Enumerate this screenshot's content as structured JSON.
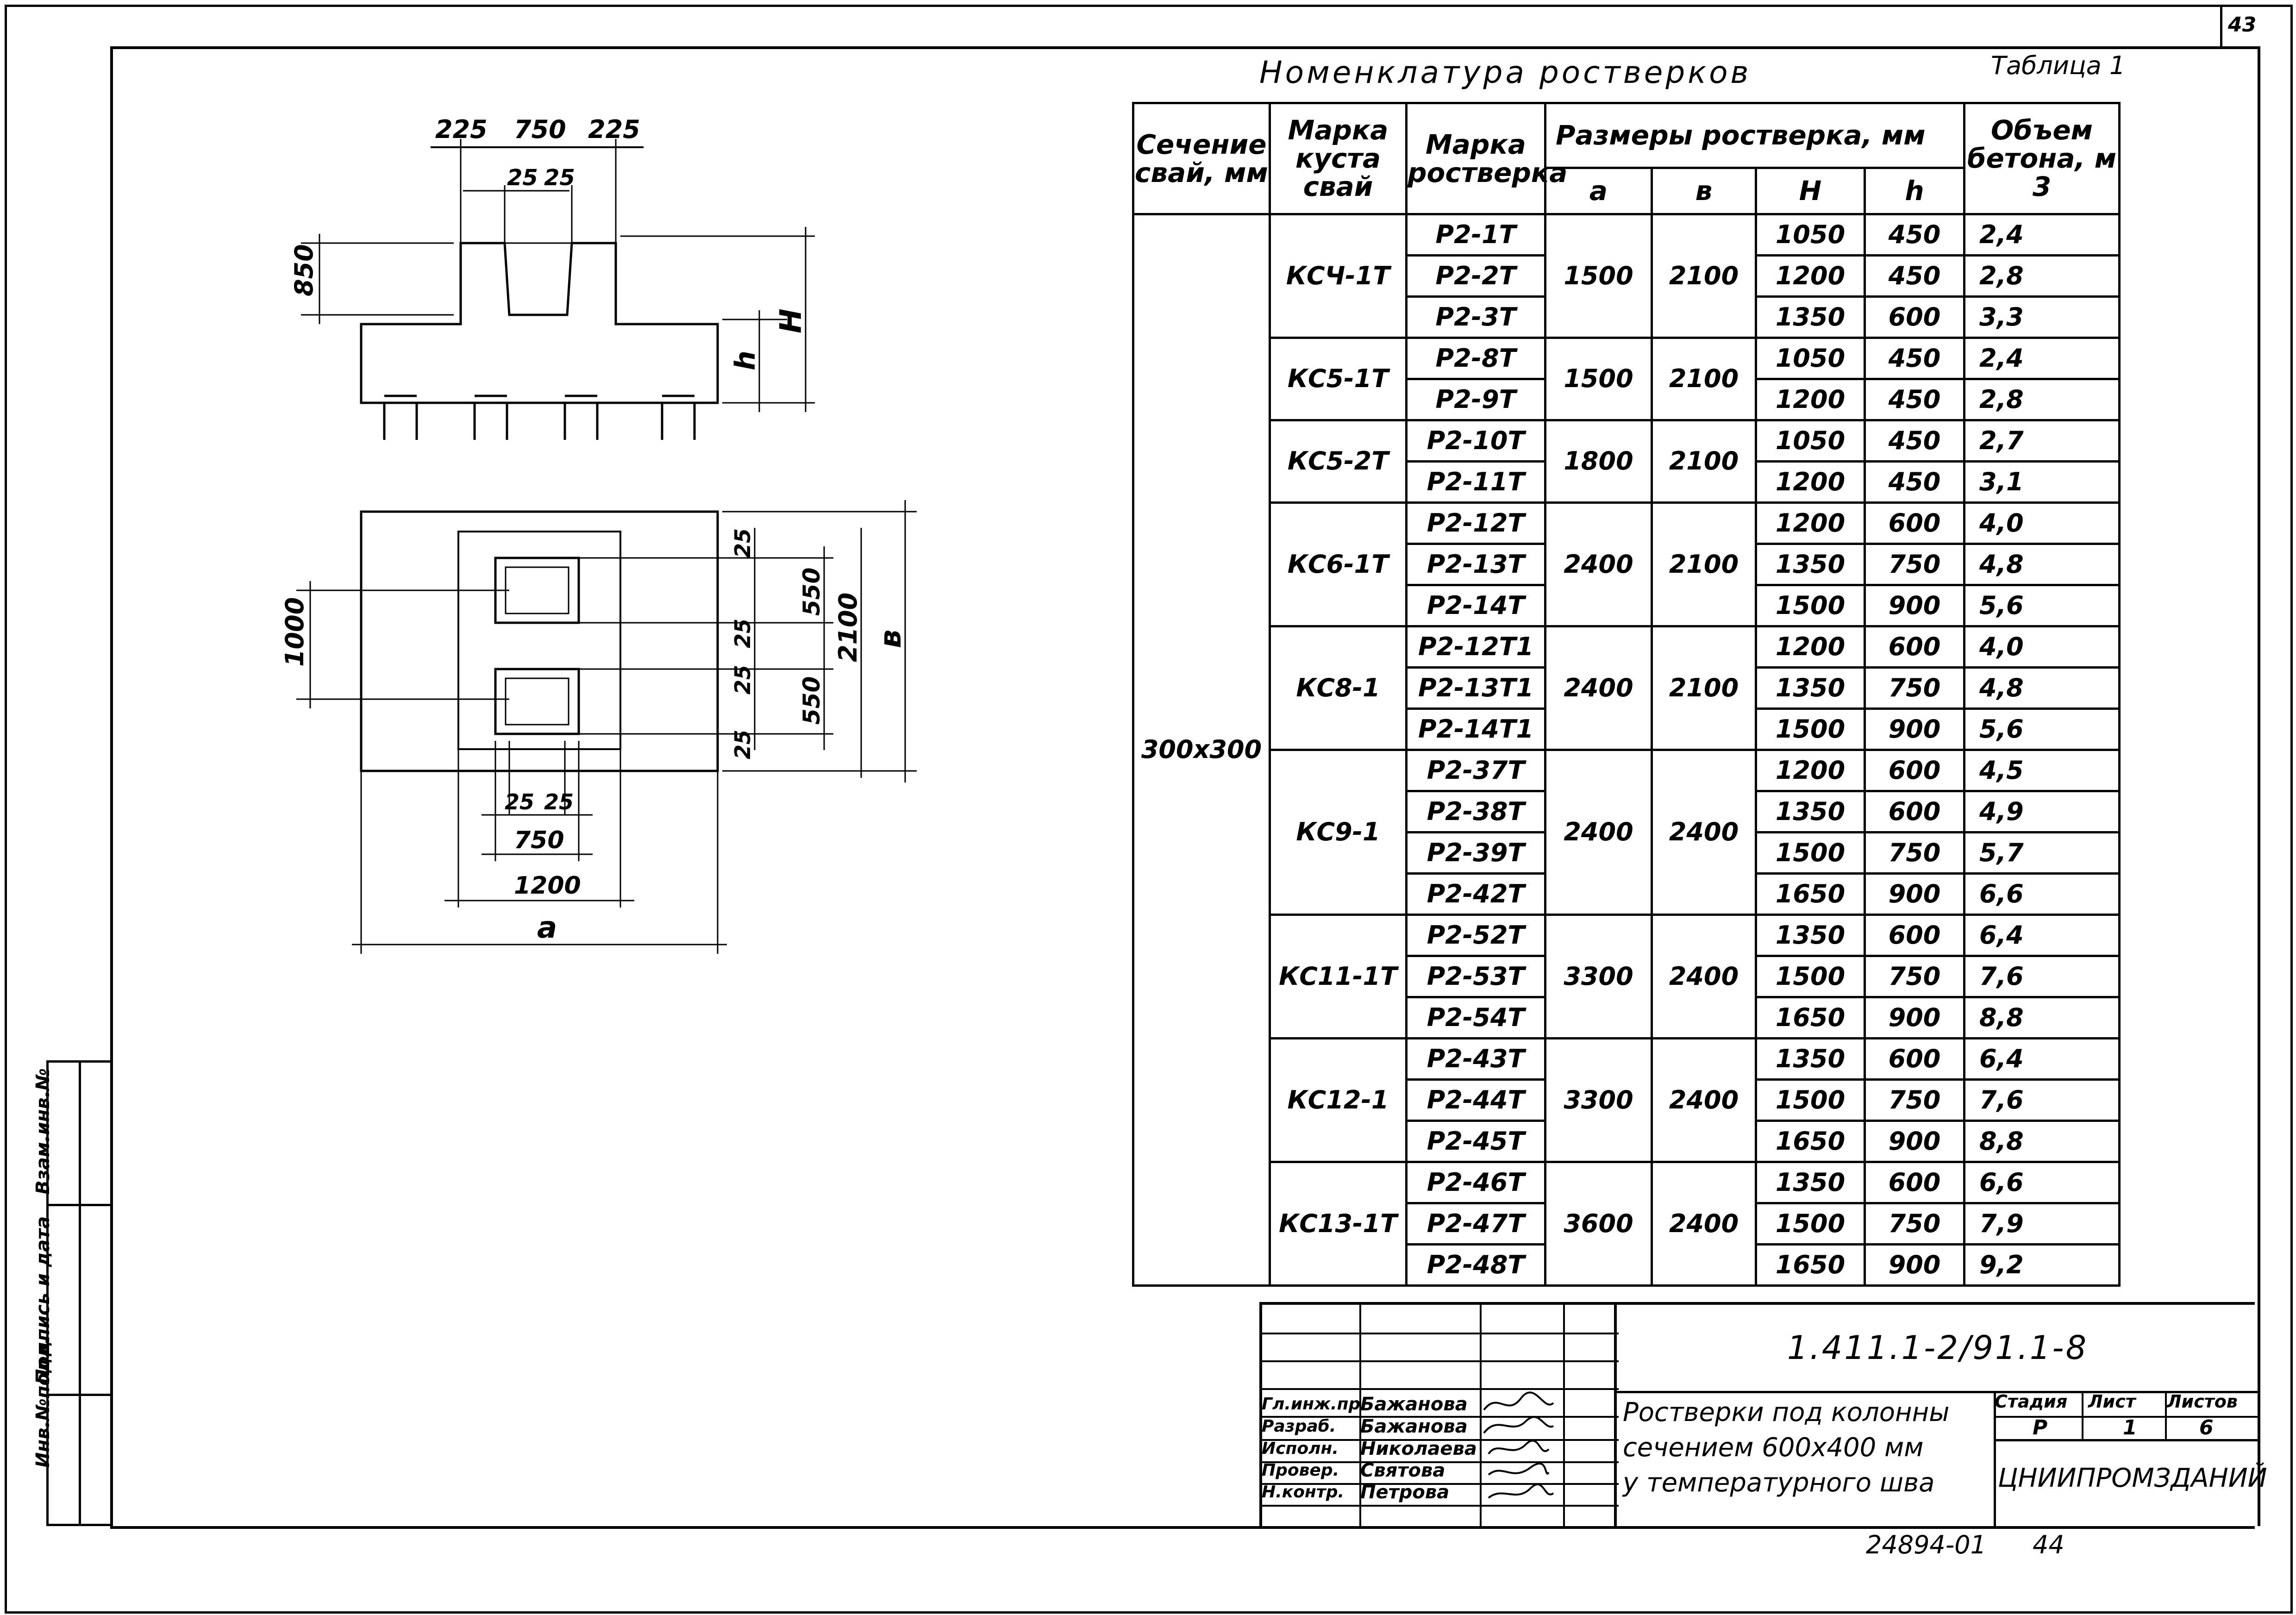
{
  "page_number": "43",
  "table_caption": "Номенклатура ростверков",
  "table_number": "Таблица 1",
  "table": {
    "headers": {
      "section": "Сечение свай, мм",
      "pile_group": "Марка куста свай",
      "grillage_mark": "Марка ростверка",
      "sizes_group": "Размеры ростверка, мм",
      "a": "а",
      "b": "в",
      "H": "Н",
      "h": "h",
      "volume": "Объем бетона, м 3"
    },
    "section_value": "300х300",
    "groups": [
      {
        "pile_group": "КСЧ-1Т",
        "a": "1500",
        "b": "2100",
        "rows": [
          {
            "mark": "Р2-1Т",
            "H": "1050",
            "h": "450",
            "vol": "2,4"
          },
          {
            "mark": "Р2-2Т",
            "H": "1200",
            "h": "450",
            "vol": "2,8"
          },
          {
            "mark": "Р2-3Т",
            "H": "1350",
            "h": "600",
            "vol": "3,3"
          }
        ]
      },
      {
        "pile_group": "КС5-1Т",
        "a": "1500",
        "b": "2100",
        "rows": [
          {
            "mark": "Р2-8Т",
            "H": "1050",
            "h": "450",
            "vol": "2,4"
          },
          {
            "mark": "Р2-9Т",
            "H": "1200",
            "h": "450",
            "vol": "2,8"
          }
        ]
      },
      {
        "pile_group": "КС5-2Т",
        "a": "1800",
        "b": "2100",
        "rows": [
          {
            "mark": "Р2-10Т",
            "H": "1050",
            "h": "450",
            "vol": "2,7"
          },
          {
            "mark": "Р2-11Т",
            "H": "1200",
            "h": "450",
            "vol": "3,1"
          }
        ]
      },
      {
        "pile_group": "КС6-1Т",
        "a": "2400",
        "b": "2100",
        "rows": [
          {
            "mark": "Р2-12Т",
            "H": "1200",
            "h": "600",
            "vol": "4,0"
          },
          {
            "mark": "Р2-13Т",
            "H": "1350",
            "h": "750",
            "vol": "4,8"
          },
          {
            "mark": "Р2-14Т",
            "H": "1500",
            "h": "900",
            "vol": "5,6"
          }
        ]
      },
      {
        "pile_group": "КС8-1",
        "a": "2400",
        "b": "2100",
        "rows": [
          {
            "mark": "Р2-12Т1",
            "H": "1200",
            "h": "600",
            "vol": "4,0"
          },
          {
            "mark": "Р2-13Т1",
            "H": "1350",
            "h": "750",
            "vol": "4,8"
          },
          {
            "mark": "Р2-14Т1",
            "H": "1500",
            "h": "900",
            "vol": "5,6"
          }
        ]
      },
      {
        "pile_group": "КС9-1",
        "a": "2400",
        "b": "2400",
        "rows": [
          {
            "mark": "Р2-37Т",
            "H": "1200",
            "h": "600",
            "vol": "4,5"
          },
          {
            "mark": "Р2-38Т",
            "H": "1350",
            "h": "600",
            "vol": "4,9"
          },
          {
            "mark": "Р2-39Т",
            "H": "1500",
            "h": "750",
            "vol": "5,7"
          },
          {
            "mark": "Р2-42Т",
            "H": "1650",
            "h": "900",
            "vol": "6,6"
          }
        ]
      },
      {
        "pile_group": "КС11-1Т",
        "a": "3300",
        "b": "2400",
        "rows": [
          {
            "mark": "Р2-52Т",
            "H": "1350",
            "h": "600",
            "vol": "6,4"
          },
          {
            "mark": "Р2-53Т",
            "H": "1500",
            "h": "750",
            "vol": "7,6"
          },
          {
            "mark": "Р2-54Т",
            "H": "1650",
            "h": "900",
            "vol": "8,8"
          }
        ]
      },
      {
        "pile_group": "КС12-1",
        "a": "3300",
        "b": "2400",
        "rows": [
          {
            "mark": "Р2-43Т",
            "H": "1350",
            "h": "600",
            "vol": "6,4"
          },
          {
            "mark": "Р2-44Т",
            "H": "1500",
            "h": "750",
            "vol": "7,6"
          },
          {
            "mark": "Р2-45Т",
            "H": "1650",
            "h": "900",
            "vol": "8,8"
          }
        ]
      },
      {
        "pile_group": "КС13-1Т",
        "a": "3600",
        "b": "2400",
        "rows": [
          {
            "mark": "Р2-46Т",
            "H": "1350",
            "h": "600",
            "vol": "6,6"
          },
          {
            "mark": "Р2-47Т",
            "H": "1500",
            "h": "750",
            "vol": "7,9"
          },
          {
            "mark": "Р2-48Т",
            "H": "1650",
            "h": "900",
            "vol": "9,2"
          }
        ]
      }
    ]
  },
  "drawing": {
    "top_dims": [
      "225",
      "750",
      "225"
    ],
    "inner_dims": [
      "25",
      "25"
    ],
    "height_850": "850",
    "label_H": "Н",
    "label_h": "h",
    "plan_dims_right": [
      "25",
      "550",
      "25",
      "25",
      "550",
      "25"
    ],
    "plan_2100": "2100",
    "label_b": "в",
    "plan_1000": "1000",
    "bottom_25_25": [
      "25",
      "25"
    ],
    "bottom_750": "750",
    "bottom_1200": "1200",
    "label_a": "а"
  },
  "side_stamp": [
    "Инв.№подл.",
    "Подпись и дата",
    "Взам.инв.№"
  ],
  "title_block": {
    "doc_code": "1.411.1-2/91.1-8",
    "roles": [
      "Гл.инж.пр.",
      "Разраб.",
      "Исполн.",
      "Провер.",
      "Н.контр."
    ],
    "names": [
      "Бажанова",
      "Бажанова",
      "Николаева",
      "Святова",
      "Петрова"
    ],
    "title_lines": [
      "Ростверки под колонны",
      "сечением 600х400 мм",
      "у температурного шва"
    ],
    "stage_label": "Стадия",
    "sheet_label": "Лист",
    "sheets_label": "Листов",
    "stage": "Р",
    "sheet": "1",
    "sheets": "6",
    "org": "ЦНИИПРОМЗДАНИЙ"
  },
  "bottom_numbers": [
    "24894-01",
    "44"
  ]
}
